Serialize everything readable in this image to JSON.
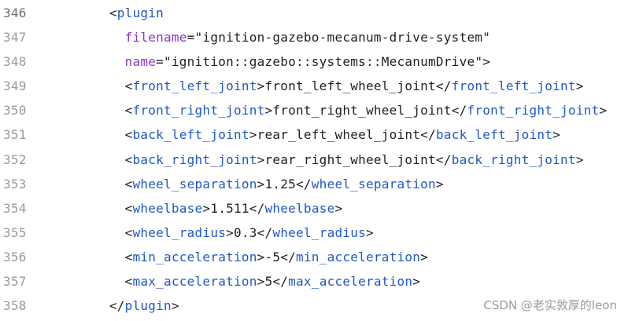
{
  "editor": {
    "current_line": 0,
    "indent_unit": "  ",
    "lines": [
      {
        "number": "346",
        "indent": 5,
        "tokens": [
          {
            "t": "punct",
            "v": "<"
          },
          {
            "t": "tag",
            "v": "plugin"
          }
        ]
      },
      {
        "number": "347",
        "indent": 6,
        "tokens": [
          {
            "t": "attr",
            "v": "filename"
          },
          {
            "t": "punct",
            "v": "="
          },
          {
            "t": "text",
            "v": "\"ignition-gazebo-mecanum-drive-system\""
          }
        ]
      },
      {
        "number": "348",
        "indent": 6,
        "tokens": [
          {
            "t": "attr",
            "v": "name"
          },
          {
            "t": "punct",
            "v": "="
          },
          {
            "t": "text",
            "v": "\"ignition::gazebo::systems::MecanumDrive\""
          },
          {
            "t": "punct",
            "v": ">"
          }
        ]
      },
      {
        "number": "349",
        "indent": 6,
        "tokens": [
          {
            "t": "punct",
            "v": "<"
          },
          {
            "t": "tag",
            "v": "front_left_joint"
          },
          {
            "t": "punct",
            "v": ">"
          },
          {
            "t": "text",
            "v": "front_left_wheel_joint"
          },
          {
            "t": "punct",
            "v": "</"
          },
          {
            "t": "tag",
            "v": "front_left_joint"
          },
          {
            "t": "punct",
            "v": ">"
          }
        ]
      },
      {
        "number": "350",
        "indent": 6,
        "tokens": [
          {
            "t": "punct",
            "v": "<"
          },
          {
            "t": "tag",
            "v": "front_right_joint"
          },
          {
            "t": "punct",
            "v": ">"
          },
          {
            "t": "text",
            "v": "front_right_wheel_joint"
          },
          {
            "t": "punct",
            "v": "</"
          },
          {
            "t": "tag",
            "v": "front_right_joint"
          },
          {
            "t": "punct",
            "v": ">"
          }
        ]
      },
      {
        "number": "351",
        "indent": 6,
        "tokens": [
          {
            "t": "punct",
            "v": "<"
          },
          {
            "t": "tag",
            "v": "back_left_joint"
          },
          {
            "t": "punct",
            "v": ">"
          },
          {
            "t": "text",
            "v": "rear_left_wheel_joint"
          },
          {
            "t": "punct",
            "v": "</"
          },
          {
            "t": "tag",
            "v": "back_left_joint"
          },
          {
            "t": "punct",
            "v": ">"
          }
        ]
      },
      {
        "number": "352",
        "indent": 6,
        "tokens": [
          {
            "t": "punct",
            "v": "<"
          },
          {
            "t": "tag",
            "v": "back_right_joint"
          },
          {
            "t": "punct",
            "v": ">"
          },
          {
            "t": "text",
            "v": "rear_right_wheel_joint"
          },
          {
            "t": "punct",
            "v": "</"
          },
          {
            "t": "tag",
            "v": "back_right_joint"
          },
          {
            "t": "punct",
            "v": ">"
          }
        ]
      },
      {
        "number": "353",
        "indent": 6,
        "tokens": [
          {
            "t": "punct",
            "v": "<"
          },
          {
            "t": "tag",
            "v": "wheel_separation"
          },
          {
            "t": "punct",
            "v": ">"
          },
          {
            "t": "text",
            "v": "1.25"
          },
          {
            "t": "punct",
            "v": "</"
          },
          {
            "t": "tag",
            "v": "wheel_separation"
          },
          {
            "t": "punct",
            "v": ">"
          }
        ]
      },
      {
        "number": "354",
        "indent": 6,
        "tokens": [
          {
            "t": "punct",
            "v": "<"
          },
          {
            "t": "tag",
            "v": "wheelbase"
          },
          {
            "t": "punct",
            "v": ">"
          },
          {
            "t": "text",
            "v": "1.511"
          },
          {
            "t": "punct",
            "v": "</"
          },
          {
            "t": "tag",
            "v": "wheelbase"
          },
          {
            "t": "punct",
            "v": ">"
          }
        ]
      },
      {
        "number": "355",
        "indent": 6,
        "tokens": [
          {
            "t": "punct",
            "v": "<"
          },
          {
            "t": "tag",
            "v": "wheel_radius"
          },
          {
            "t": "punct",
            "v": ">"
          },
          {
            "t": "text",
            "v": "0.3"
          },
          {
            "t": "punct",
            "v": "</"
          },
          {
            "t": "tag",
            "v": "wheel_radius"
          },
          {
            "t": "punct",
            "v": ">"
          }
        ]
      },
      {
        "number": "356",
        "indent": 6,
        "tokens": [
          {
            "t": "punct",
            "v": "<"
          },
          {
            "t": "tag",
            "v": "min_acceleration"
          },
          {
            "t": "punct",
            "v": ">"
          },
          {
            "t": "text",
            "v": "-5"
          },
          {
            "t": "punct",
            "v": "</"
          },
          {
            "t": "tag",
            "v": "min_acceleration"
          },
          {
            "t": "punct",
            "v": ">"
          }
        ]
      },
      {
        "number": "357",
        "indent": 6,
        "tokens": [
          {
            "t": "punct",
            "v": "<"
          },
          {
            "t": "tag",
            "v": "max_acceleration"
          },
          {
            "t": "punct",
            "v": ">"
          },
          {
            "t": "text",
            "v": "5"
          },
          {
            "t": "punct",
            "v": "</"
          },
          {
            "t": "tag",
            "v": "max_acceleration"
          },
          {
            "t": "punct",
            "v": ">"
          }
        ]
      },
      {
        "number": "358",
        "indent": 5,
        "tokens": [
          {
            "t": "punct",
            "v": "</"
          },
          {
            "t": "tag",
            "v": "plugin"
          },
          {
            "t": "punct",
            "v": ">"
          }
        ]
      }
    ]
  },
  "watermark": {
    "text": "CSDN @老实敦厚的leon"
  },
  "colors": {
    "tag": "#1f58c7",
    "attribute": "#8a35c4",
    "text": "#1f1f1f",
    "line_number": "#999999",
    "background": "#ffffff"
  }
}
